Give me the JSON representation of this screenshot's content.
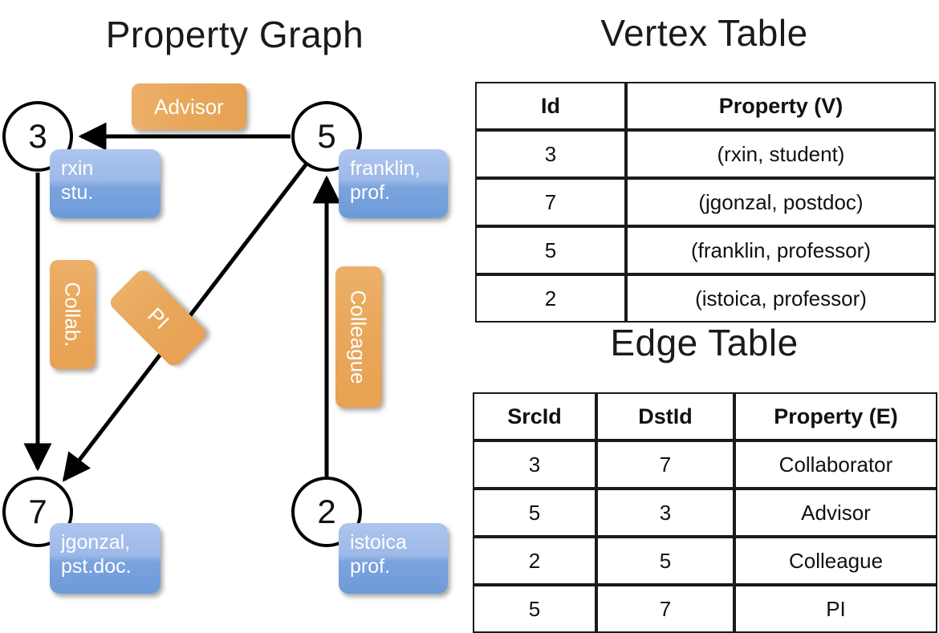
{
  "graph": {
    "title": "Property Graph",
    "nodes": [
      {
        "id": "3",
        "property_lines": [
          "rxin",
          "stu."
        ]
      },
      {
        "id": "5",
        "property_lines": [
          "franklin,",
          "prof."
        ]
      },
      {
        "id": "7",
        "property_lines": [
          "jgonzal,",
          "pst.doc."
        ]
      },
      {
        "id": "2",
        "property_lines": [
          "istoica",
          "prof."
        ]
      }
    ],
    "edge_labels": {
      "advisor": "Advisor",
      "collab": "Collab.",
      "pi": "PI",
      "colleague": "Colleague"
    },
    "colors": {
      "vertex_box": "#9cb9e8",
      "edge_box": "#e9a85c",
      "node_outline": "#000000"
    }
  },
  "vertex_table": {
    "title": "Vertex Table",
    "headers": [
      "Id",
      "Property (V)"
    ],
    "rows": [
      [
        "3",
        "(rxin, student)"
      ],
      [
        "7",
        "(jgonzal, postdoc)"
      ],
      [
        "5",
        "(franklin, professor)"
      ],
      [
        "2",
        "(istoica, professor)"
      ]
    ],
    "property_column_color": "#d4dff1"
  },
  "edge_table": {
    "title": "Edge Table",
    "headers": [
      "SrcId",
      "DstId",
      "Property (E)"
    ],
    "rows": [
      [
        "3",
        "7",
        "Collaborator"
      ],
      [
        "5",
        "3",
        "Advisor"
      ],
      [
        "2",
        "5",
        "Colleague"
      ],
      [
        "5",
        "7",
        "PI"
      ]
    ],
    "property_column_color": "#f7dfc6"
  }
}
